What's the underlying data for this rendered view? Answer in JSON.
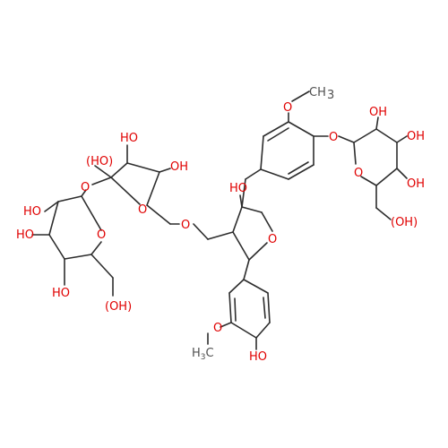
{
  "colors": {
    "bond": "#2d2d2d",
    "oxygen": "#e00000",
    "carbon": "#505050"
  },
  "labels": {
    "oh": "OH",
    "ho": "HO",
    "o": "O",
    "methyl": "CH",
    "subscript_3": "3",
    "h3c": "H",
    "c": "C"
  }
}
